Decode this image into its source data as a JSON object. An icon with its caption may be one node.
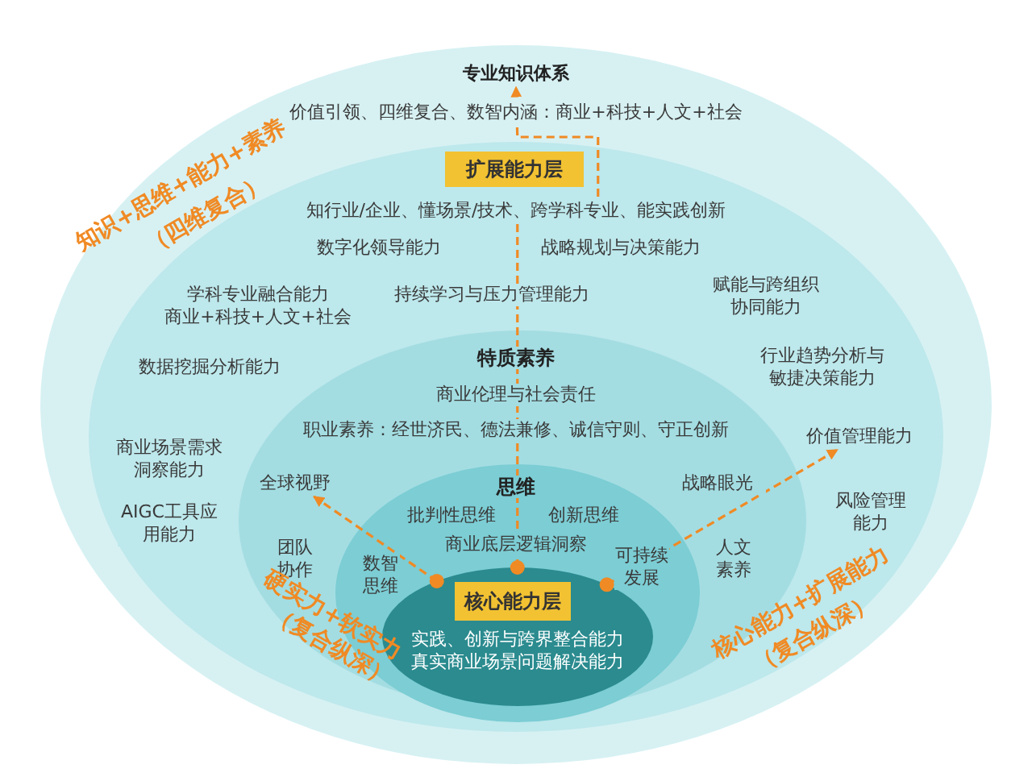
{
  "diagram": {
    "nodes": [
      {
        "text": [
          "价值引领、四维复合、数智内涵：商业+科技+人文+社会"
        ]
      },
      {
        "text": [
          "专业知识体系"
        ],
        "in": 0
      },
      {
        "text": [
          "知行业/企业、懂场景/技术、跨学科专业、能实践创新",
          "数字化领导能力",
          "战略规划与决策能力",
          "学科专业融合能力",
          "商业+科技+人文+社会",
          "持续学习与压力管理能力",
          "赋能与跨组织协同能力",
          "数据挖掘分析能力",
          "行业趋势分析与敏捷决策能力",
          "商业场景需求洞察能力",
          "AIGC工具应用能力",
          "风险管理能力"
        ],
        "in": 0
      },
      {
        "text": [
          "扩展能力层"
        ],
        "in": 2
      },
      {
        "text": [
          "价值管理能力"
        ],
        "in": 2
      },
      {
        "text": [
          "特质素养",
          "商业伦理与社会责任",
          "职业素养：经世济民、德法兼修、诚信守则、守正创新",
          "战略眼光",
          "团队协作",
          "人文素养"
        ],
        "in": 2
      },
      {
        "text": [
          "全球视野"
        ],
        "in": 5
      },
      {
        "text": [
          "思维",
          "批判性思维",
          "创新思维",
          "商业底层逻辑洞察",
          "数智思维",
          "可持续发展"
        ],
        "in": 5
      },
      {
        "text": [
          "实践、创新与跨界整合能力真实商业场景问题解决能力"
        ],
        "in": 7
      },
      {
        "text": [
          "核心能力层"
        ],
        "in": 8
      }
    ],
    "edges": [
      {
        "from": 8,
        "to": 1,
        "arrow": "to",
        "style": "dashed"
      },
      {
        "from": 8,
        "to": 6,
        "arrow": "to",
        "style": "dashed"
      },
      {
        "from": 8,
        "to": 4,
        "arrow": "to",
        "style": "dashed"
      }
    ],
    "labels": [
      "知识+思维+能力+素养",
      "（四维复合）",
      "硬实力+软实力",
      "（复合纵深）",
      "核心能力+扩展能力",
      "（复合纵深）"
    ]
  }
}
